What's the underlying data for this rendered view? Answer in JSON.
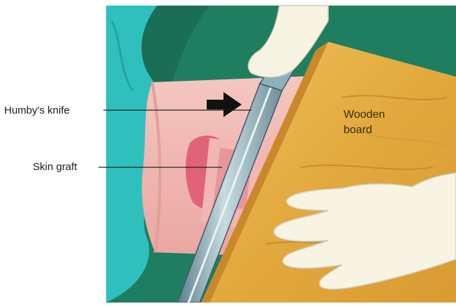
{
  "figure": {
    "labels": {
      "knife": "Humby's knife",
      "graft": "Skin graft",
      "board_line1": "Wooden",
      "board_line2": "board"
    },
    "colors": {
      "drape_green": "#1e7a5e",
      "drape_teal": "#2fc0bd",
      "skin_pink": "#f2b8b2",
      "graft_red": "#e3657a",
      "board_wood": "#e6b24a",
      "knife_steel": "#7f9eaa",
      "glove_white": "#f7f4e4",
      "arrow_black": "#111111"
    },
    "icons": [
      "arrow-right-icon"
    ]
  }
}
